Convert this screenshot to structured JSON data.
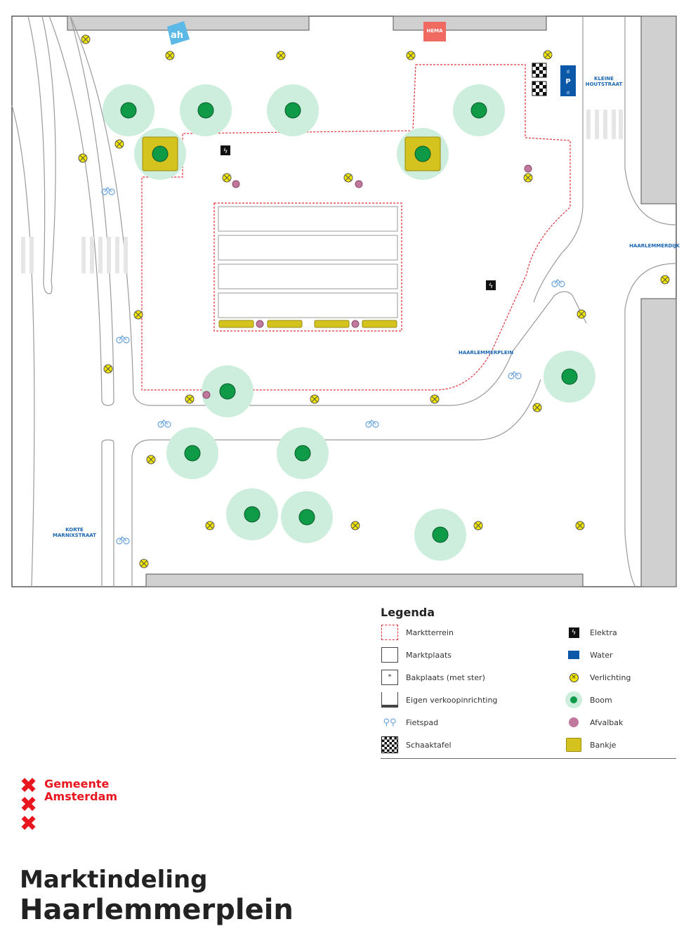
{
  "map": {
    "streets": {
      "kleine_houtstraat": [
        "KLEINE",
        "HOUTSTRAAT"
      ],
      "haarlemmerdijk": "HAARLEMMERDIJK",
      "haarlemmerplein": "HAARLEMMERPLEIN",
      "korte_marnixstraat": [
        "KORTE",
        "MARNIXSTRAAT"
      ]
    },
    "shops": {
      "hema": "HEMA",
      "ah": "ah"
    },
    "parking_label": "P"
  },
  "legend": {
    "title": "Legenda",
    "items_left": [
      "Marktterrein",
      "Marktplaats",
      "Bakplaats (met ster)",
      "Eigen verkoopinrichting",
      "Fietspad",
      "Schaaktafel"
    ],
    "items_right": [
      "Elektra",
      "Water",
      "Verlichting",
      "Boom",
      "Afvalbak",
      "Bankje"
    ]
  },
  "logo": {
    "line1": "Gemeente",
    "line2": "Amsterdam"
  },
  "title": {
    "line1": "Marktindeling",
    "line2": "Haarlemmerplein"
  },
  "colors": {
    "market_boundary": "#e0303a",
    "tree": "#0f9a48",
    "tree_canopy": "#cdeedd",
    "light": "#f2e600",
    "bench": "#d4c21e",
    "waste": "#c0789c",
    "bike": "#6aa3dd",
    "water": "#0b57a8",
    "brand_red": "#e8141e"
  }
}
